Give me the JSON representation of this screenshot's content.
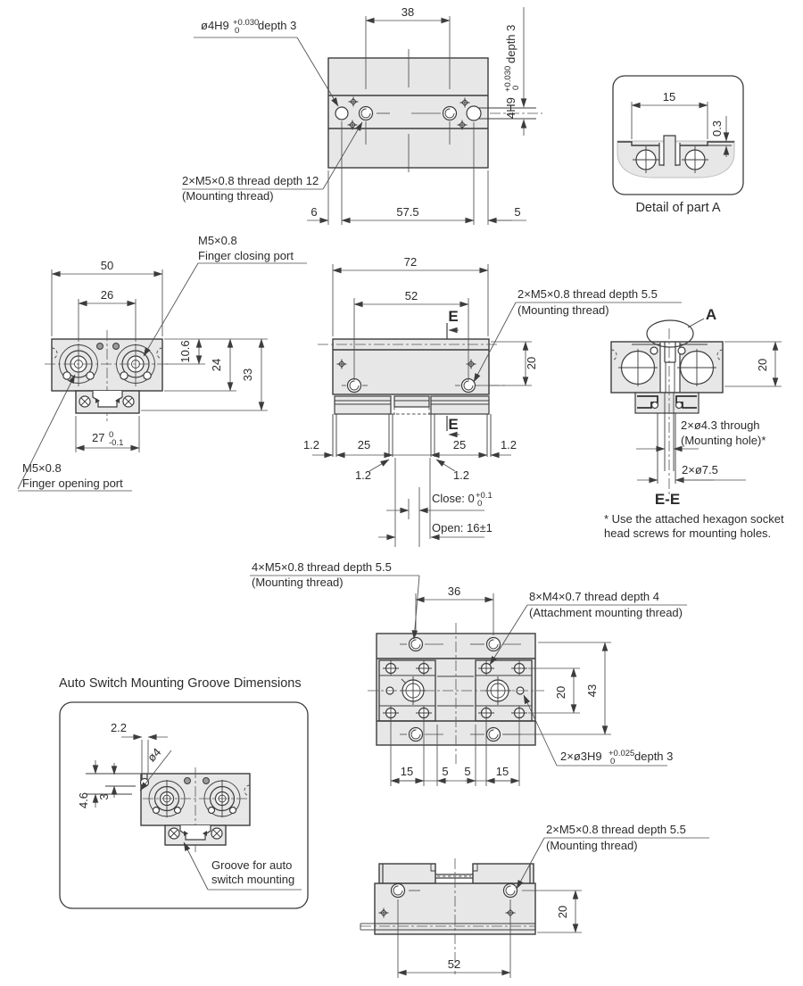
{
  "palette": {
    "body_fill": "#e7e7e7",
    "line": "#3c3c3c",
    "dim_line": "#4d4d4d",
    "text": "#2b2b2b",
    "background": "#ffffff"
  },
  "top_view": {
    "dim_38": "38",
    "dim_6": "6",
    "dim_57_5": "57.5",
    "dim_5": "5",
    "pin_hole_label": {
      "main": "ø4H9",
      "tol_upper": "+0.030",
      "tol_lower": "0",
      "suffix": "depth 3"
    },
    "keyway_label": {
      "main": "4H9",
      "tol_upper": "+0.030",
      "tol_lower": "0",
      "suffix": "depth 3"
    },
    "thread_label_line1": "2×M5×0.8 thread depth 12",
    "thread_label_line2": "(Mounting thread)"
  },
  "detail_a": {
    "dim_15": "15",
    "dim_0_3": "0.3",
    "caption": "Detail of part A"
  },
  "left_view": {
    "dim_50": "50",
    "dim_26": "26",
    "dim_10_6": "10.6",
    "dim_24": "24",
    "dim_33": "33",
    "dim_27": {
      "main": "27",
      "tol_upper": "0",
      "tol_lower": "-0.1"
    },
    "closing_port_line1": "M5×0.8",
    "closing_port_line2": "Finger closing port",
    "opening_port_line1": "M5×0.8",
    "opening_port_line2": "Finger opening port"
  },
  "center_view": {
    "dim_72": "72",
    "dim_52": "52",
    "dim_20": "20",
    "thread_label_line1": "2×M5×0.8 thread depth 5.5",
    "thread_label_line2": "(Mounting thread)",
    "section_mark": "E",
    "dim_1_2_left": "1.2",
    "dim_25_left": "25",
    "dim_25_right": "25",
    "dim_1_2_right": "1.2",
    "dim_1_2_finger_left": "1.2",
    "dim_1_2_finger_right": "1.2",
    "close_label": "Close: 0",
    "close_tol_upper": "+0.1",
    "close_tol_lower": "0",
    "open_label": "Open: 16±1"
  },
  "section_ee": {
    "balloon": "A",
    "dim_20": "20",
    "mount_hole_line1": "2×ø4.3 through",
    "mount_hole_line2": "(Mounting hole)*",
    "counterbore": "2×ø7.5",
    "caption": "E-E",
    "note_line1": "* Use the attached hexagon socket",
    "note_line2": "head screws for mounting holes."
  },
  "bottom_view": {
    "mount_thread_line1": "4×M5×0.8 thread depth 5.5",
    "mount_thread_line2": "(Mounting thread)",
    "dim_36": "36",
    "attach_thread_line1": "8×M4×0.7 thread depth 4",
    "attach_thread_line2": "(Attachment mounting thread)",
    "dim_20": "20",
    "dim_43": "43",
    "pin_hole_label": {
      "main": "2×ø3H9",
      "tol_upper": "+0.025",
      "tol_lower": "0",
      "suffix": "depth 3"
    },
    "dim_15_left": "15",
    "dim_5_left": "5",
    "dim_5_right": "5",
    "dim_15_right": "15"
  },
  "switch_box": {
    "title": "Auto Switch Mounting Groove Dimensions",
    "dim_2_2": "2.2",
    "dim_dia4": "ø4",
    "dim_4_6": "4.6",
    "dim_3": "3",
    "groove_line1": "Groove for auto",
    "groove_line2": "switch mounting"
  },
  "rear_view": {
    "thread_label_line1": "2×M5×0.8 thread depth 5.5",
    "thread_label_line2": "(Mounting thread)",
    "dim_20": "20",
    "dim_52": "52"
  }
}
